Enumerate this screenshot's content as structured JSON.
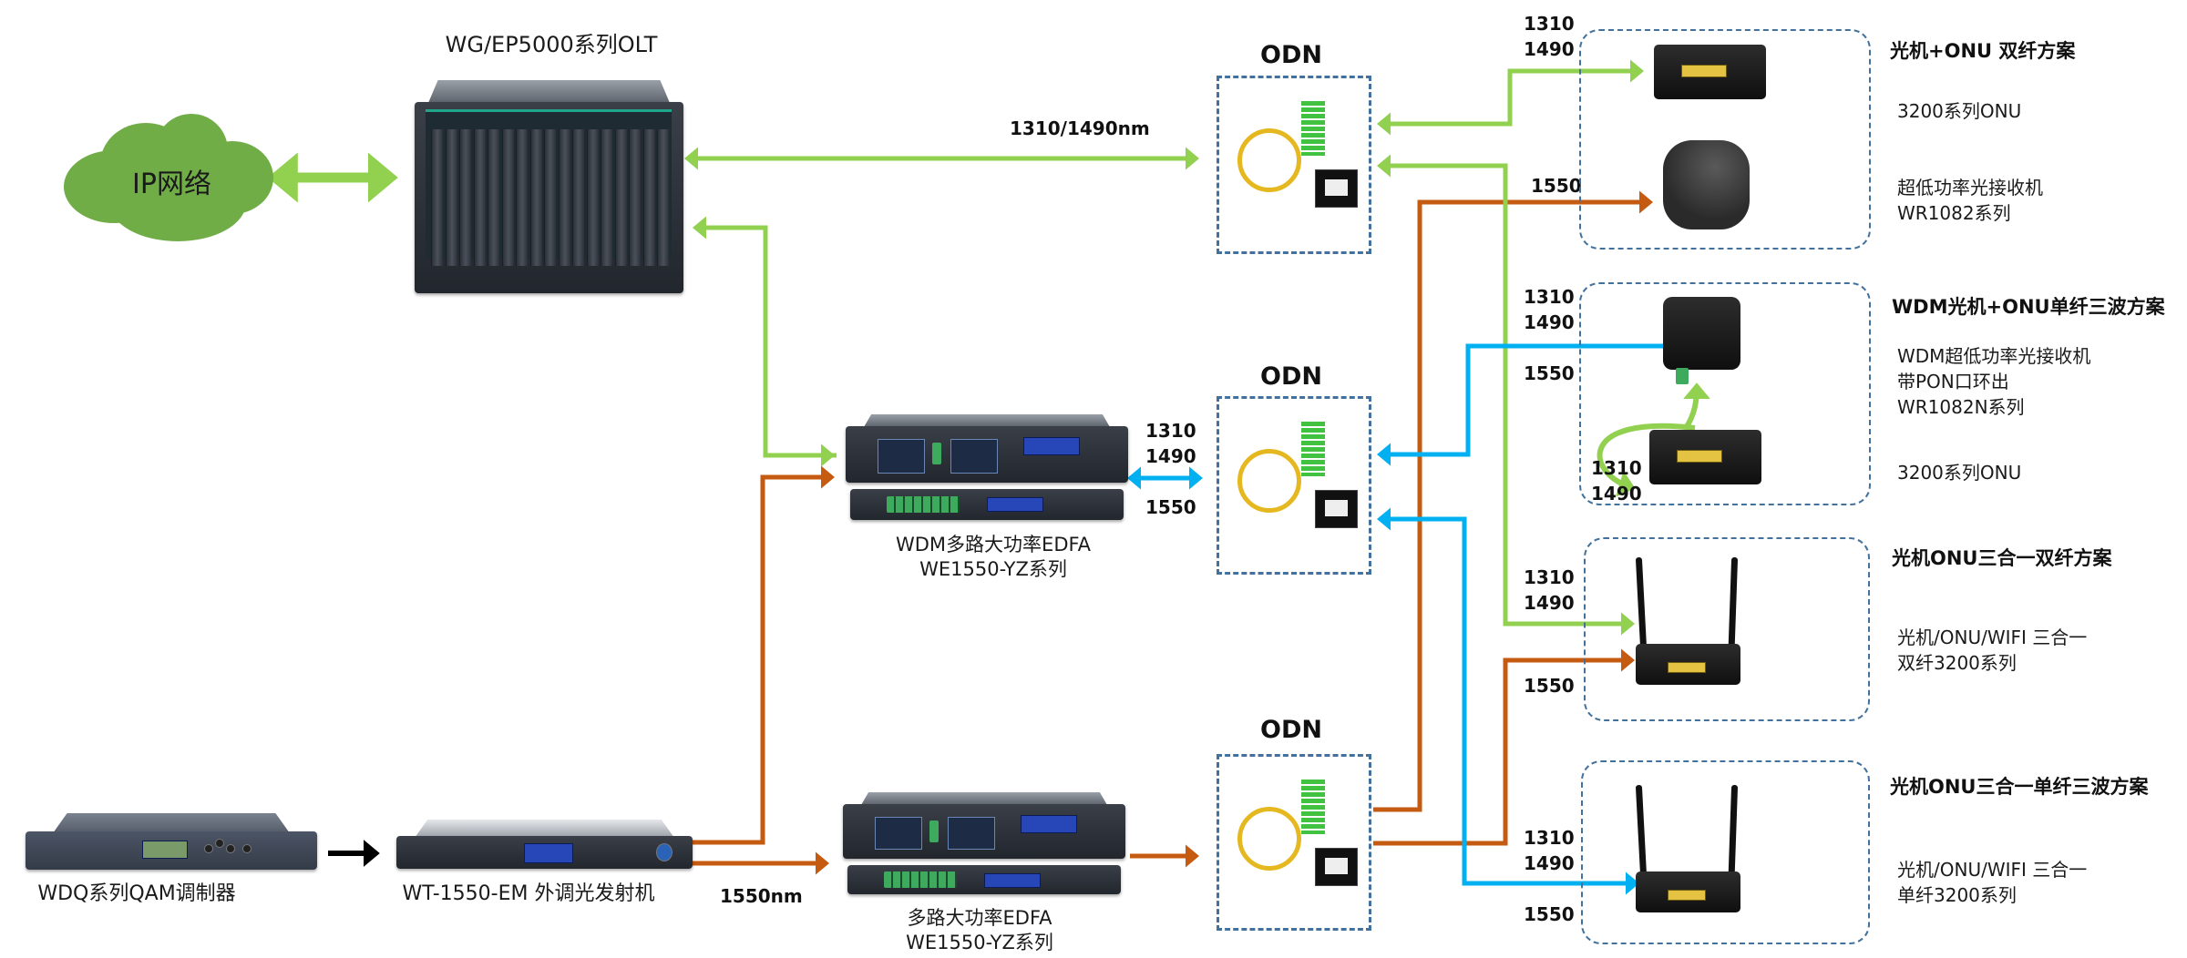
{
  "diagram": {
    "title": "FTTH PON + CATV 三网融合组网方案",
    "colors": {
      "pon_green": "#92d050",
      "catv_orange": "#c55a11",
      "wdm_blue": "#00b0f0",
      "box_dash": "#41719c",
      "cloud_green": "#70ad47",
      "signal_black": "#000000"
    }
  },
  "nodes": {
    "ip_network": {
      "label": "IP网络",
      "icon": "cloud-icon"
    },
    "olt": {
      "label": "WG/EP5000系列OLT",
      "icon": "olt-chassis-icon"
    },
    "odn_top": {
      "label": "ODN",
      "icon": "plc-splitter-icon"
    },
    "odn_middle": {
      "label": "ODN",
      "icon": "plc-splitter-icon"
    },
    "odn_bottom": {
      "label": "ODN",
      "icon": "plc-splitter-icon"
    },
    "wdm_edfa": {
      "line1": "WDM多路大功率EDFA",
      "line2": "WE1550-YZ系列",
      "icon": "edfa-rack-icon"
    },
    "edfa": {
      "line1": "多路大功率EDFA",
      "line2": "WE1550-YZ系列",
      "icon": "edfa-rack-icon"
    },
    "qam_modulator": {
      "label": "WDQ系列QAM调制器",
      "icon": "qam-modulator-icon"
    },
    "transmitter": {
      "label": "WT-1550-EM 外调光发射机",
      "icon": "optical-transmitter-icon"
    }
  },
  "links": {
    "olt_odn": "1310/1490nm",
    "transmitter_edfa": "1550nm",
    "wdm_edfa_odn": {
      "a": "1310",
      "b": "1490",
      "c": "1550"
    }
  },
  "solutions": [
    {
      "title": "光机+ONU 双纤方案",
      "wl_top": [
        "1310",
        "1490"
      ],
      "wl_bottom": [
        "1550"
      ],
      "devices": [
        {
          "desc": [
            "3200系列ONU"
          ],
          "icon": "onu-icon"
        },
        {
          "desc": [
            "超低功率光接收机",
            "WR1082系列"
          ],
          "icon": "optical-receiver-icon"
        }
      ]
    },
    {
      "title": "WDM光机+ONU单纤三波方案",
      "wl_top": [
        "1310",
        "1490"
      ],
      "wl_bottom": [
        "1550"
      ],
      "wl_inner": [
        "1310",
        "1490"
      ],
      "devices": [
        {
          "desc": [
            "WDM超低功率光接收机",
            "带PON口环出",
            "WR1082N系列"
          ],
          "icon": "wdm-receiver-icon"
        },
        {
          "desc": [
            "3200系列ONU"
          ],
          "icon": "onu-icon"
        }
      ]
    },
    {
      "title": "光机ONU三合一双纤方案",
      "wl_top": [
        "1310",
        "1490"
      ],
      "wl_bottom": [
        "1550"
      ],
      "devices": [
        {
          "desc": [
            "光机/ONU/WIFI 三合一",
            "双纤3200系列"
          ],
          "icon": "wifi-router-icon"
        }
      ]
    },
    {
      "title": "光机ONU三合一单纤三波方案",
      "wl_top": [
        "1310",
        "1490"
      ],
      "wl_bottom": [
        "1550"
      ],
      "devices": [
        {
          "desc": [
            "光机/ONU/WIFI 三合一",
            "单纤3200系列"
          ],
          "icon": "wifi-router-icon"
        }
      ]
    }
  ]
}
